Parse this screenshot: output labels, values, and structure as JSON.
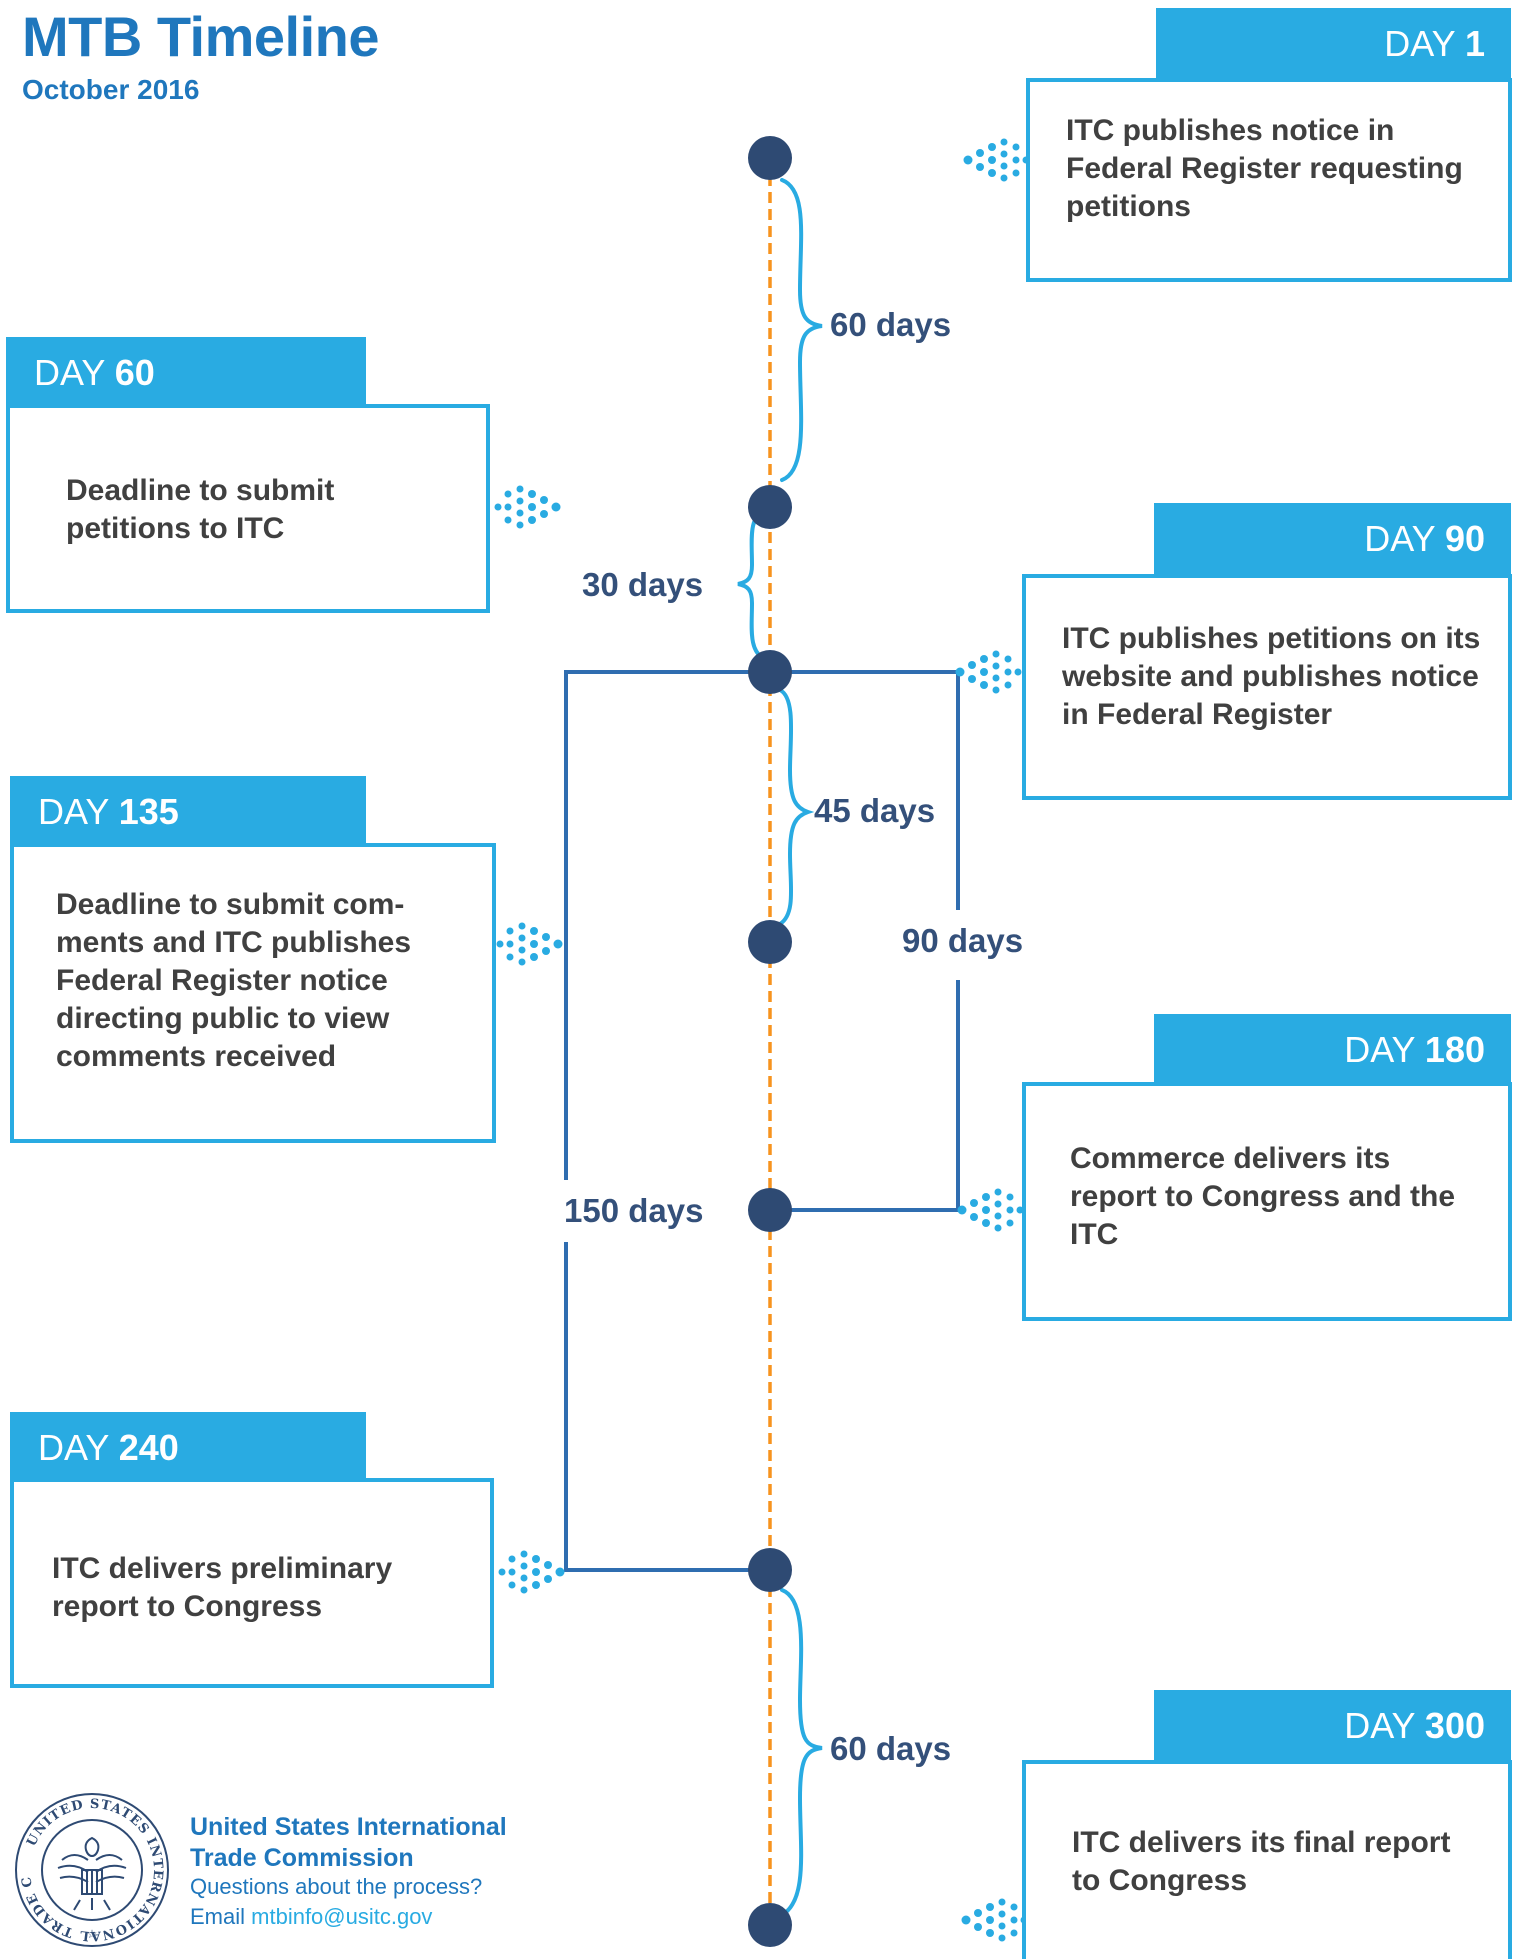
{
  "title": "MTB Timeline",
  "subtitle": "October 2016",
  "colors": {
    "accent": "#29abe2",
    "title": "#1f77bd",
    "node": "#2e4a73",
    "connector": "#2f6db0",
    "dashed_line": "#f7931e",
    "text": "#404040"
  },
  "events": [
    {
      "day_label": "DAY",
      "day_num": "1",
      "text": "ITC publishes notice in Federal Register requesting petitions"
    },
    {
      "day_label": "DAY",
      "day_num": "60",
      "text": "Deadline to submit petitions to ITC"
    },
    {
      "day_label": "DAY",
      "day_num": "90",
      "text": "ITC publishes petitions on its website and publishes notice in Federal Register"
    },
    {
      "day_label": "DAY",
      "day_num": "135",
      "text": "Deadline to submit com-ments and ITC publishes Federal Register notice directing public to view comments received"
    },
    {
      "day_label": "DAY",
      "day_num": "180",
      "text": "Commerce delivers its report to Congress and the ITC"
    },
    {
      "day_label": "DAY",
      "day_num": "240",
      "text": "ITC delivers preliminary report to Congress"
    },
    {
      "day_label": "DAY",
      "day_num": "300",
      "text": "ITC delivers its final report to Congress"
    }
  ],
  "durations": [
    "60 days",
    "30 days",
    "45 days",
    "90 days",
    "150 days",
    "60 days"
  ],
  "footer": {
    "org_name": "United States International Trade Commission",
    "question": "Questions about the process?",
    "email_prefix": "Email",
    "email": "mtbinfo@usitc.gov",
    "seal_icon": "usitc-seal-icon",
    "seal_text": "UNITED STATES INTERNATIONAL TRADE COMMISSION"
  }
}
